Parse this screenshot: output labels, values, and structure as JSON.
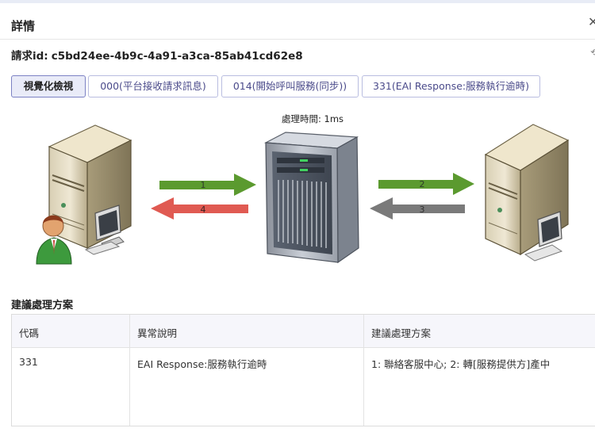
{
  "header": {
    "title": "詳情",
    "close": "✕"
  },
  "request": {
    "label": "請求id:",
    "value": "c5bd24ee-4b9c-4a91-a3ca-85ab41cd62e8",
    "edge_glyph": "⟲"
  },
  "tabs": [
    {
      "label": "視覺化檢視",
      "active": true
    },
    {
      "label": "000(平台接收請求訊息)",
      "active": false
    },
    {
      "label": "014(開始呼叫服務(同步))",
      "active": false
    },
    {
      "label": "331(EAI Response:服務執行逾時)",
      "active": false
    }
  ],
  "diagram": {
    "processing_time": "處理時間: 1ms",
    "arrows": [
      {
        "label": "1",
        "direction": "right",
        "color": "#5b9a2f"
      },
      {
        "label": "4",
        "direction": "left",
        "color": "#e05a52"
      },
      {
        "label": "2",
        "direction": "right",
        "color": "#5b9a2f"
      },
      {
        "label": "3",
        "direction": "left",
        "color": "#7a7a7a"
      }
    ]
  },
  "suggestion": {
    "section_title": "建議處理方案",
    "columns": [
      "代碼",
      "異常說明",
      "建議處理方案"
    ],
    "rows": [
      [
        "331",
        "EAI Response:服務執行逾時",
        "1: 聯絡客服中心; 2: 轉[服務提供方]產中"
      ]
    ]
  }
}
